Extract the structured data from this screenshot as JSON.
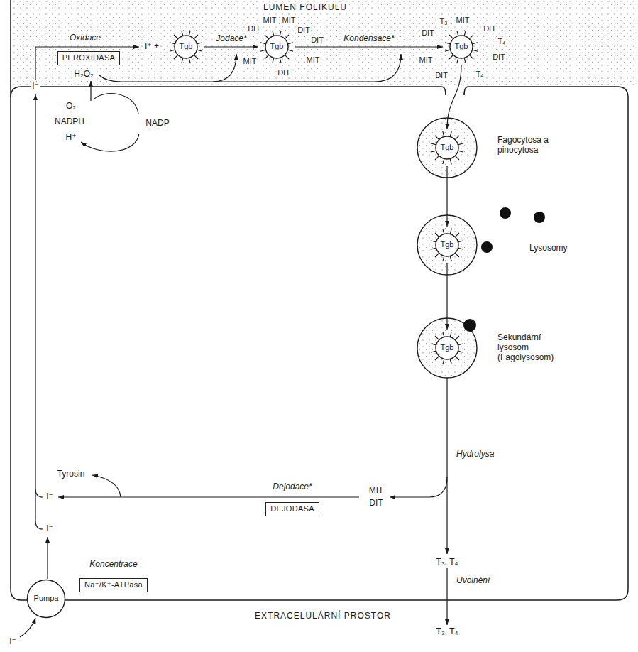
{
  "diagram": {
    "nodes": [
      {
        "text": [
          "Tgb"
        ]
      },
      {
        "text": [
          "Tgb"
        ]
      },
      {
        "text": [
          "Tgb"
        ]
      },
      {
        "text": [
          "PEROXIDASA"
        ]
      },
      {
        "text": [
          "Tgb"
        ]
      },
      {
        "text": [
          "Tgb"
        ]
      },
      {
        "text": [
          "Tgb"
        ]
      },
      {
        "text": [
          "DEJODASA"
        ]
      },
      {
        "text": [
          "Pumpa"
        ]
      },
      {
        "text": [
          "Na⁺/K⁺-ATPasa"
        ]
      }
    ],
    "edges": [
      {
        "from": 0,
        "to": 1,
        "arrow": "to",
        "label": "Jodace*"
      },
      {
        "from": 1,
        "to": 2,
        "arrow": "to",
        "label": "Kondensace*"
      },
      {
        "from": 2,
        "to": 4,
        "arrow": "to"
      },
      {
        "from": 4,
        "to": 5,
        "arrow": "to"
      },
      {
        "from": 5,
        "to": 6,
        "arrow": "to"
      }
    ],
    "labels": [
      "LUMEN FOLIKULU",
      "Oxidace",
      "I⁺ +",
      "H₂O₂",
      "O₂",
      "NADPH",
      "H⁺",
      "NADP",
      "I⁻",
      "MIT",
      "MIT",
      "DIT",
      "DIT",
      "MIT",
      "DIT",
      "MIT",
      "DIT",
      "T₃",
      "MIT",
      "DIT",
      "DIT",
      "T₄",
      "DIT",
      "MIT",
      "DIT",
      "T₄",
      "Fagocytosa a pinocytosa",
      "Lysosomy",
      "Sekundární lysosom (Fagolysosom)",
      "Hydrolysa",
      "MIT",
      "DIT",
      "Dejodace*",
      "Tyrosin",
      "I⁻",
      "I⁻",
      "T₃, T₄",
      "Uvolnění",
      "Koncentrace",
      "T₃, T₄",
      "I⁻",
      "EXTRACELULÁRNÍ PROSTOR"
    ]
  }
}
